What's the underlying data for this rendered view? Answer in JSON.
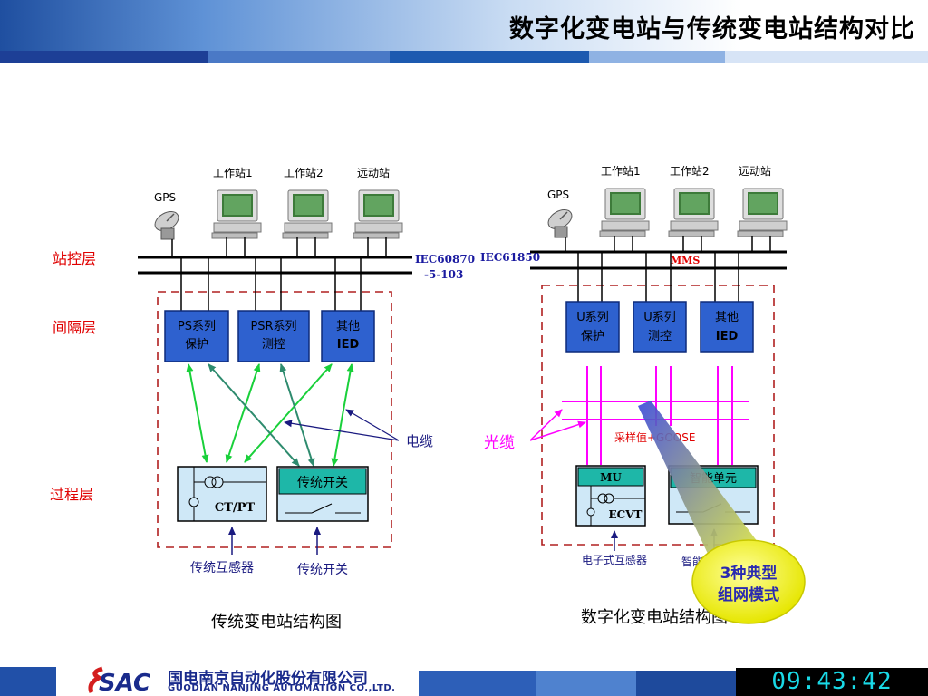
{
  "title": "数字化变电站与传统变电站结构对比",
  "layers": {
    "station": "站控层",
    "bay": "间隔层",
    "process": "过程层"
  },
  "left": {
    "gps": "GPS",
    "ws1": "工作站1",
    "ws2": "工作站2",
    "remote": "远动站",
    "protocol_line1": "IEC60870",
    "protocol_line2": "-5-103",
    "box1_a": "PS系列",
    "box1_b": "保护",
    "box2_a": "PSR系列",
    "box2_b": "测控",
    "box3_a": "其他",
    "box3_b": "IED",
    "ctpt": "CT/PT",
    "switch": "传统开关",
    "cable": "电缆",
    "caption_ct": "传统互感器",
    "caption_switch": "传统开关",
    "diagram_caption": "传统变电站结构图"
  },
  "right": {
    "gps": "GPS",
    "ws1": "工作站1",
    "ws2": "工作站2",
    "remote": "远动站",
    "protocol": "IEC61850",
    "mms": "MMS",
    "box1_a": "U系列",
    "box1_b": "保护",
    "box2_a": "U系列",
    "box2_b": "测控",
    "box3_a": "其他",
    "box3_b": "IED",
    "sample_goose": "采样值+GOOSE",
    "fiber": "光缆",
    "mu": "MU",
    "ecvt": "ECVT",
    "smart_unit": "智能单元",
    "caption_sensor": "电子式互感器",
    "caption_smart": "智能",
    "diagram_caption": "数字化变电站结构图"
  },
  "callout": {
    "line1": "3种典型",
    "line2": "组网模式"
  },
  "footer": {
    "logo_text": "SAC",
    "company_cn": "国电南京自动化股份有限公司",
    "company_en": "GUODIAN NANJING AUTOMATION CO.,LTD.",
    "clock": "09:43:42"
  },
  "colors": {
    "box_blue": "#2e61cf",
    "bus_black": "#000000",
    "arrow_green": "#19d03a",
    "arrow_teal": "#2e8b6e",
    "fiber_magenta": "#ff00ff",
    "dashed_red": "#b02020",
    "callout_yellow": "#f2f200"
  }
}
